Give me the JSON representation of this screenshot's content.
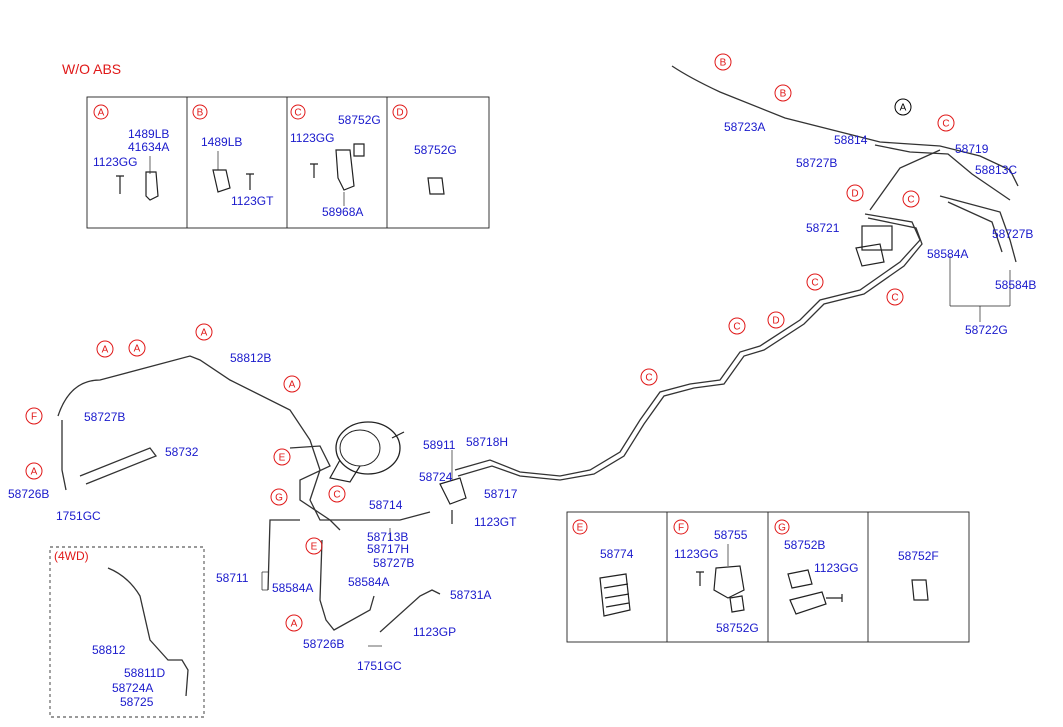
{
  "header": {
    "variant_label": "W/O ABS"
  },
  "legend_top": [
    {
      "ref": "A",
      "labels": [
        "1489LB",
        "41634A",
        "1123GG"
      ]
    },
    {
      "ref": "B",
      "labels": [
        "1489LB",
        "1123GT"
      ]
    },
    {
      "ref": "C",
      "labels": [
        "1123GG",
        "58752G",
        "58968A"
      ]
    },
    {
      "ref": "D",
      "labels": [
        "58752G"
      ]
    }
  ],
  "legend_bottom": [
    {
      "ref": "E",
      "labels": [
        "58774"
      ]
    },
    {
      "ref": "F",
      "labels": [
        "1123GG",
        "58755",
        "58752G"
      ]
    },
    {
      "ref": "G",
      "labels": [
        "58752B",
        "1123GG"
      ]
    },
    {
      "ref": "",
      "labels": [
        "58752F"
      ]
    }
  ],
  "inset": {
    "title": "(4WD)",
    "labels": [
      "58812",
      "58811D",
      "58724A",
      "58725"
    ]
  },
  "main_labels": {
    "p58723A": "58723A",
    "p58814": "58814",
    "p58727B_top": "58727B",
    "p58719": "58719",
    "p58813C": "58813C",
    "p58721": "58721",
    "p58727B_right": "58727B",
    "p58584A_right": "58584A",
    "p58584B": "58584B",
    "p58722G": "58722G",
    "p58812B": "58812B",
    "p58727B_left": "58727B",
    "p58732": "58732",
    "p58726B_left": "58726B",
    "p1751GC_left": "1751GC",
    "p58911": "58911",
    "p58718H": "58718H",
    "p58724": "58724",
    "p58717": "58717",
    "p58714": "58714",
    "p1123GT": "1123GT",
    "p58713B": "58713B",
    "p58717H": "58717H",
    "p58727B_mid": "58727B",
    "p58711": "58711",
    "p58584A_mid": "58584A",
    "p58584A_low": "58584A",
    "p58731A": "58731A",
    "p1123GP": "1123GP",
    "p58726B_low": "58726B",
    "p1751GC_low": "1751GC"
  },
  "callouts": {
    "B1": "B",
    "B2": "B",
    "A_black": "A",
    "C_top": "C",
    "D_top": "D",
    "C_r1": "C",
    "C_r2": "C",
    "C_m1": "C",
    "D_m": "D",
    "C_m2": "C",
    "C_m3": "C",
    "A_l1": "A",
    "A_l2": "A",
    "A_l3": "A",
    "A_l4": "A",
    "F_l": "F",
    "A_l5": "A",
    "E_c1": "E",
    "G_c": "G",
    "C_c": "C",
    "E_c2": "E",
    "A_c": "A"
  },
  "colors": {
    "label": "#1a1acc",
    "callout": "#e01818",
    "line": "#222222"
  }
}
